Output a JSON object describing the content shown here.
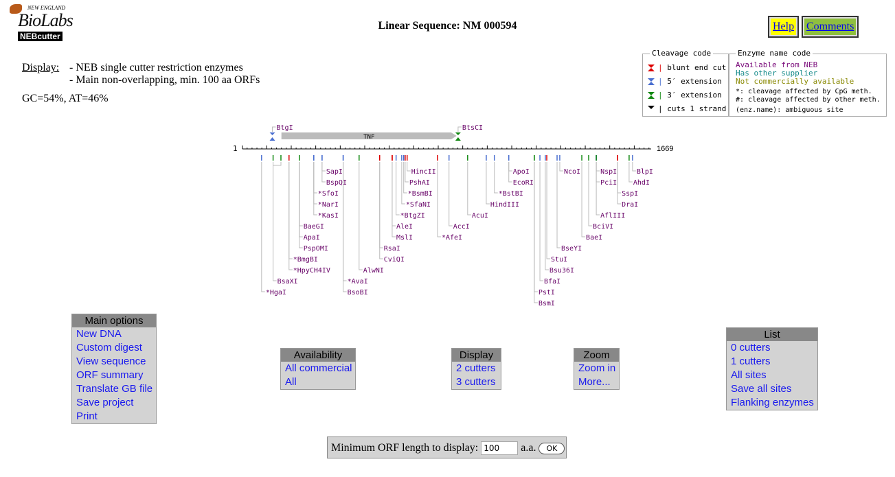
{
  "header": {
    "logo_text": "New England BioLabs Inc. NEBcutter",
    "title": "Linear Sequence: NM 000594",
    "help": "Help",
    "comments": "Comments"
  },
  "display": {
    "label": "Display:",
    "line1": "- NEB single cutter restriction enzymes",
    "line2": "- Main non-overlapping, min. 100 aa ORFs",
    "gc": "GC=54%, AT=46%"
  },
  "legend": {
    "cleavage_title": "Cleavage code",
    "enzyme_title": "Enzyme name code",
    "cleavage": [
      {
        "label": "blunt end cut",
        "color": "#dd0000"
      },
      {
        "label": "5′ extension",
        "color": "#4a6fd0"
      },
      {
        "label": "3′ extension",
        "color": "#118811"
      },
      {
        "label": "cuts 1 strand",
        "color": "#000000"
      }
    ],
    "neb": "Available from NEB",
    "other": "Has other supplier",
    "none": "Not commercially available",
    "cpg": "*: cleavage affected by CpG meth.",
    "other_meth": "#: cleavage affected by other meth.",
    "ambig": "(enz.name): ambiguous site"
  },
  "map": {
    "start": "1",
    "end": "1669",
    "length": 1669,
    "orf": {
      "name": "TNF",
      "from": 160,
      "to": 875
    },
    "top_sites": [
      {
        "name": "BtgI",
        "bp": 123,
        "type": "5"
      },
      {
        "name": "BtsCI",
        "bp": 881,
        "type": "3"
      }
    ],
    "sites": [
      {
        "name": "*HgaI",
        "bp": 79,
        "type": "5"
      },
      {
        "name": "BsaXI",
        "bp": 126,
        "type": "3"
      },
      {
        "name": "*HpyCH4IV",
        "bp": 191,
        "type": "5"
      },
      {
        "name": "*BmgBI",
        "bp": 191,
        "type": "b"
      },
      {
        "name": "PspOMI",
        "bp": 233,
        "type": "3"
      },
      {
        "name": "ApaI",
        "bp": 233,
        "type": "3"
      },
      {
        "name": "BaeGI",
        "bp": 233,
        "type": "3"
      },
      {
        "name": "*KasI",
        "bp": 292,
        "type": "5"
      },
      {
        "name": "*NarI",
        "bp": 292,
        "type": "5"
      },
      {
        "name": "*SfoI",
        "bp": 292,
        "type": "5"
      },
      {
        "name": "BspQI",
        "bp": 309,
        "type": "5"
      },
      {
        "name": "SapI",
        "bp": 309,
        "type": "5"
      },
      {
        "name": "BsoBI",
        "bp": 412,
        "type": "5"
      },
      {
        "name": "*AvaI",
        "bp": 412,
        "type": "5"
      },
      {
        "name": "AlwNI",
        "bp": 477,
        "type": "3"
      },
      {
        "name": "CviQI",
        "bp": 561,
        "type": "5"
      },
      {
        "name": "RsaI",
        "bp": 561,
        "type": "b"
      },
      {
        "name": "MslI",
        "bp": 612,
        "type": "b"
      },
      {
        "name": "AleI",
        "bp": 612,
        "type": "b"
      },
      {
        "name": "*BtgZI",
        "bp": 628,
        "type": "5"
      },
      {
        "name": "*SfaNI",
        "bp": 651,
        "type": "5"
      },
      {
        "name": "*BsmBI",
        "bp": 659,
        "type": "5"
      },
      {
        "name": "PshAI",
        "bp": 665,
        "type": "b"
      },
      {
        "name": "HincII",
        "bp": 673,
        "type": "b"
      },
      {
        "name": "*AfeI",
        "bp": 797,
        "type": "b"
      },
      {
        "name": "AccI",
        "bp": 844,
        "type": "5"
      },
      {
        "name": "AcuI",
        "bp": 920,
        "type": "3"
      },
      {
        "name": "HindIII",
        "bp": 996,
        "type": "5"
      },
      {
        "name": "*BstBI",
        "bp": 1029,
        "type": "5"
      },
      {
        "name": "EcoRI",
        "bp": 1088,
        "type": "5"
      },
      {
        "name": "ApoI",
        "bp": 1088,
        "type": "5"
      },
      {
        "name": "BsmI",
        "bp": 1192,
        "type": "3"
      },
      {
        "name": "PstI",
        "bp": 1192,
        "type": "3"
      },
      {
        "name": "BfaI",
        "bp": 1215,
        "type": "5"
      },
      {
        "name": "Bsu36I",
        "bp": 1237,
        "type": "5"
      },
      {
        "name": "StuI",
        "bp": 1243,
        "type": "b"
      },
      {
        "name": "BseYI",
        "bp": 1285,
        "type": "5"
      },
      {
        "name": "NcoI",
        "bp": 1296,
        "type": "5"
      },
      {
        "name": "BaeI",
        "bp": 1386,
        "type": "3"
      },
      {
        "name": "BciVI",
        "bp": 1414,
        "type": "3"
      },
      {
        "name": "AflIII",
        "bp": 1445,
        "type": "5"
      },
      {
        "name": "PciI",
        "bp": 1445,
        "type": "5"
      },
      {
        "name": "NspI",
        "bp": 1445,
        "type": "3"
      },
      {
        "name": "DraI",
        "bp": 1532,
        "type": "b"
      },
      {
        "name": "SspI",
        "bp": 1532,
        "type": "b"
      },
      {
        "name": "AhdI",
        "bp": 1579,
        "type": "3"
      },
      {
        "name": "BlpI",
        "bp": 1593,
        "type": "5"
      }
    ]
  },
  "menus": {
    "main": {
      "title": "Main options",
      "items": [
        "New DNA",
        "Custom digest",
        "View sequence",
        "ORF summary",
        "Translate GB file",
        "Save project",
        "Print"
      ]
    },
    "availability": {
      "title": "Availability",
      "items": [
        "All commercial",
        "All"
      ]
    },
    "display": {
      "title": "Display",
      "items": [
        "2 cutters",
        "3 cutters"
      ]
    },
    "zoom": {
      "title": "Zoom",
      "items": [
        "Zoom in",
        "More..."
      ]
    },
    "list": {
      "title": "List",
      "items": [
        "0 cutters",
        "1 cutters",
        "All sites",
        "Save all sites",
        "Flanking enzymes"
      ]
    }
  },
  "orf_form": {
    "label": "Minimum ORF length to display:",
    "value": "100",
    "unit": "a.a.",
    "ok": "OK"
  },
  "colors": {
    "blunt": "#dd0000",
    "five": "#4a6fd0",
    "three": "#118811",
    "enzyme": "#660066",
    "neb": "#7a0a7a",
    "other": "#118888",
    "none": "#888800"
  }
}
